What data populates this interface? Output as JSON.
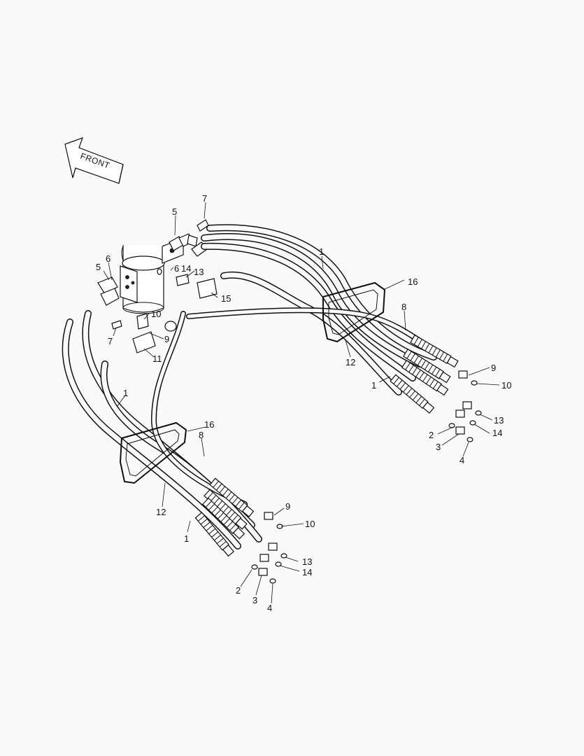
{
  "diagram": {
    "front_label": "FRONT",
    "callouts": [
      {
        "id": "c-7a",
        "text": "7"
      },
      {
        "id": "c-5a",
        "text": "5"
      },
      {
        "id": "c-1a",
        "text": "1"
      },
      {
        "id": "c-5b",
        "text": "5"
      },
      {
        "id": "c-6a",
        "text": "6"
      },
      {
        "id": "c-6b",
        "text": "6"
      },
      {
        "id": "c-14a",
        "text": "14"
      },
      {
        "id": "c-13a",
        "text": "13"
      },
      {
        "id": "c-15",
        "text": "15"
      },
      {
        "id": "c-10a",
        "text": "10"
      },
      {
        "id": "c-9a",
        "text": "9"
      },
      {
        "id": "c-7b",
        "text": "7"
      },
      {
        "id": "c-11",
        "text": "11"
      },
      {
        "id": "c-16a",
        "text": "16"
      },
      {
        "id": "c-8a",
        "text": "8"
      },
      {
        "id": "c-12a",
        "text": "12"
      },
      {
        "id": "c-1b",
        "text": "1"
      },
      {
        "id": "c-9b",
        "text": "9"
      },
      {
        "id": "c-10b",
        "text": "10"
      },
      {
        "id": "c-13b",
        "text": "13"
      },
      {
        "id": "c-14b",
        "text": "14"
      },
      {
        "id": "c-2a",
        "text": "2"
      },
      {
        "id": "c-3a",
        "text": "3"
      },
      {
        "id": "c-4a",
        "text": "4"
      },
      {
        "id": "c-1c",
        "text": "1"
      },
      {
        "id": "c-16b",
        "text": "16"
      },
      {
        "id": "c-8b",
        "text": "8"
      },
      {
        "id": "c-12b",
        "text": "12"
      },
      {
        "id": "c-1d",
        "text": "1"
      },
      {
        "id": "c-9c",
        "text": "9"
      },
      {
        "id": "c-10c",
        "text": "10"
      },
      {
        "id": "c-13c",
        "text": "13"
      },
      {
        "id": "c-14c",
        "text": "14"
      },
      {
        "id": "c-2b",
        "text": "2"
      },
      {
        "id": "c-3b",
        "text": "3"
      },
      {
        "id": "c-4b",
        "text": "4"
      }
    ]
  }
}
